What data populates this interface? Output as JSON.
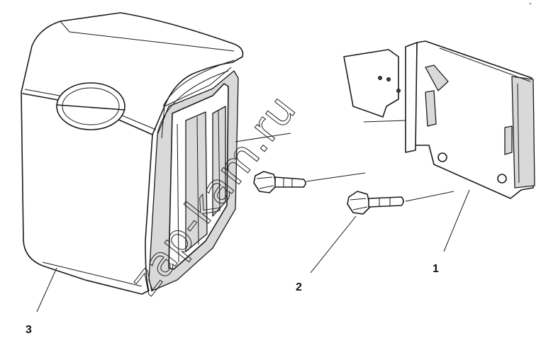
{
  "diagram": {
    "callouts": [
      {
        "id": "1",
        "label": "1"
      },
      {
        "id": "2",
        "label": "2"
      },
      {
        "id": "3",
        "label": "3"
      }
    ],
    "watermark": "zap-kam.ru",
    "corner_mark": "ᐢ"
  }
}
